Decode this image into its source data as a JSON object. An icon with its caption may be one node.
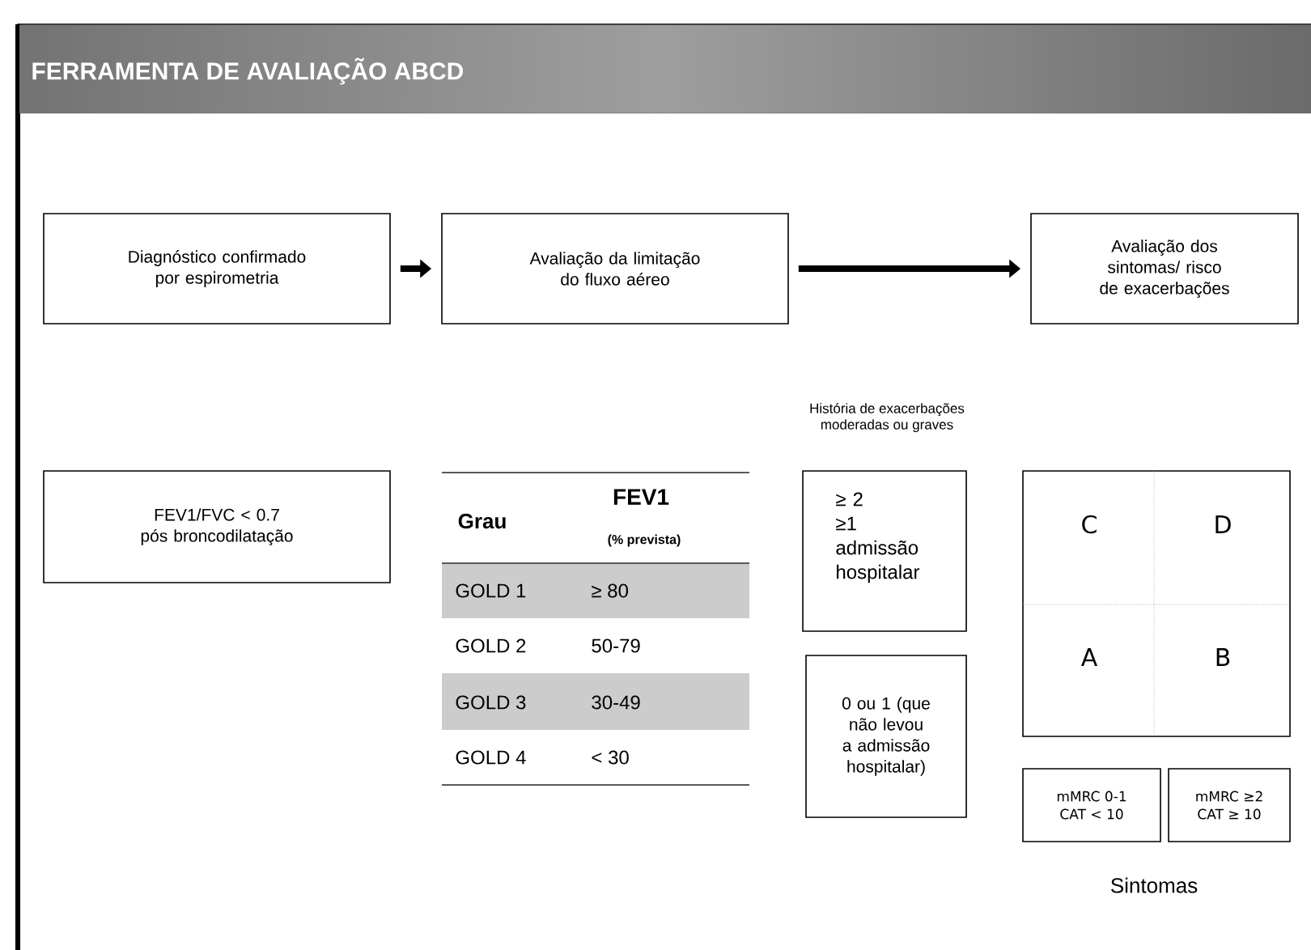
{
  "diagram": {
    "title": "FERRAMENTA DE AVALIAÇÃO ABCD",
    "nodes": [
      {
        "text": [
          "Diagnóstico confirmado por espirometria"
        ]
      },
      {
        "text": [
          "Avaliação da limitação do fluxo aéreo"
        ]
      },
      {
        "text": [
          "Avaliação dos sintomas/ risco de exacerbações"
        ]
      },
      {
        "text": [
          "FEV1/FVC < 0.7 pós broncodilatação"
        ]
      },
      {
        "text": [
          "≥ 2",
          "≥1 admissão hospitalar"
        ]
      },
      {
        "text": [
          "0 ou 1 (que não levou a admissão hospitalar)"
        ]
      },
      {
        "text": [],
        "shape": "box"
      },
      {
        "text": [
          "C"
        ],
        "in": 6
      },
      {
        "text": [
          "D"
        ],
        "in": 6
      },
      {
        "text": [
          "A"
        ],
        "in": 6
      },
      {
        "text": [
          "B"
        ],
        "in": 6
      },
      {
        "text": [
          "mMRC 0-1",
          "CAT < 10"
        ]
      },
      {
        "text": [
          "mMRC ≥2",
          "CAT ≥ 10"
        ]
      }
    ],
    "edges": [
      {
        "from": 0,
        "to": 1,
        "arrow": "to"
      },
      {
        "from": 1,
        "to": 2,
        "arrow": "to"
      }
    ],
    "labels": [
      "História de exacerbações moderadas ou graves",
      "Grau",
      "FEV1",
      "(% prevista)",
      "GOLD 1",
      "≥ 80",
      "GOLD 2",
      "50-79",
      "GOLD 3",
      "30-49",
      "GOLD 4",
      "< 30",
      "Sintomas"
    ]
  }
}
